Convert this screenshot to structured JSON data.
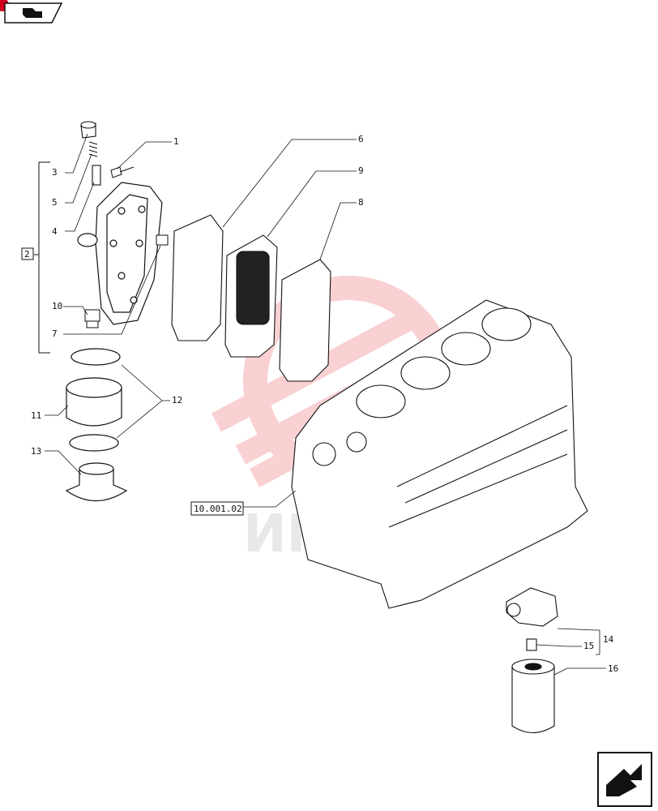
{
  "header": {
    "nav_icon": "back-arrow-icon"
  },
  "footer": {
    "nav_icon": "next-page-arrow-icon"
  },
  "watermark": {
    "text": "ИНТЕХ",
    "color": "#e8343a"
  },
  "reference": {
    "label": "10.001.02"
  },
  "group_box": {
    "label": "2"
  },
  "callouts": {
    "c1": "1",
    "c3": "3",
    "c4": "4",
    "c5": "5",
    "c6": "6",
    "c7": "7",
    "c8": "8",
    "c9": "9",
    "c10": "10",
    "c11": "11",
    "c12": "12",
    "c13": "13",
    "c14": "14",
    "c15": "15",
    "c16": "16"
  },
  "colors": {
    "ink": "#111111",
    "accent": "#d0021b"
  }
}
